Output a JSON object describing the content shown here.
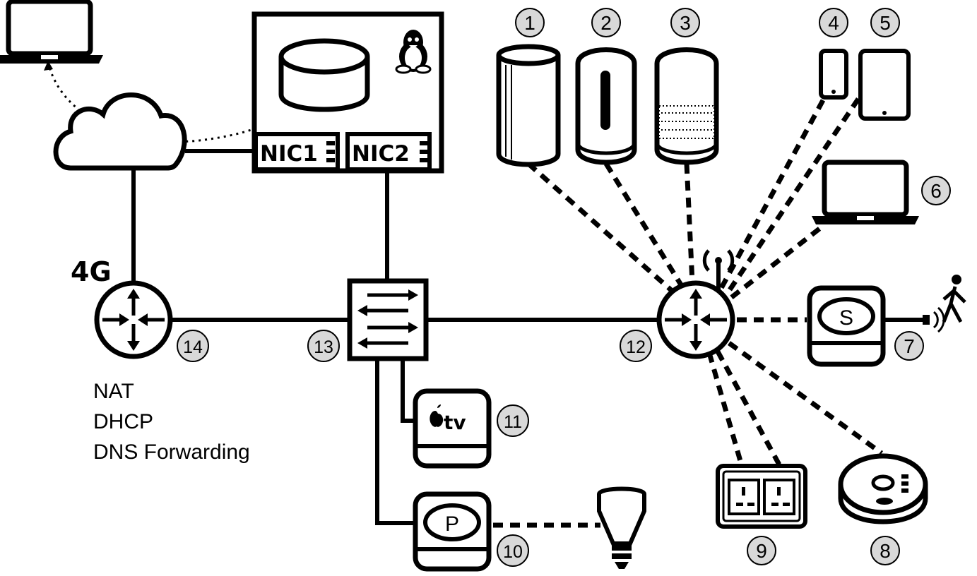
{
  "router_4g": {
    "label": "4G",
    "services": [
      "NAT",
      "DHCP",
      "DNS Forwarding"
    ]
  },
  "server": {
    "nic1": "NIC1",
    "nic2": "NIC2",
    "os_icon": "linux-penguin-icon"
  },
  "bridge_devices": {
    "device_p_label": "P",
    "device_s_label": "S",
    "tv_label": "tv"
  },
  "markers": [
    "1",
    "2",
    "3",
    "4",
    "5",
    "6",
    "7",
    "8",
    "9",
    "10",
    "11",
    "12",
    "13",
    "14"
  ],
  "colors": {
    "stroke": "#000000",
    "marker_fill": "#d9d9d9",
    "background": "#ffffff"
  }
}
